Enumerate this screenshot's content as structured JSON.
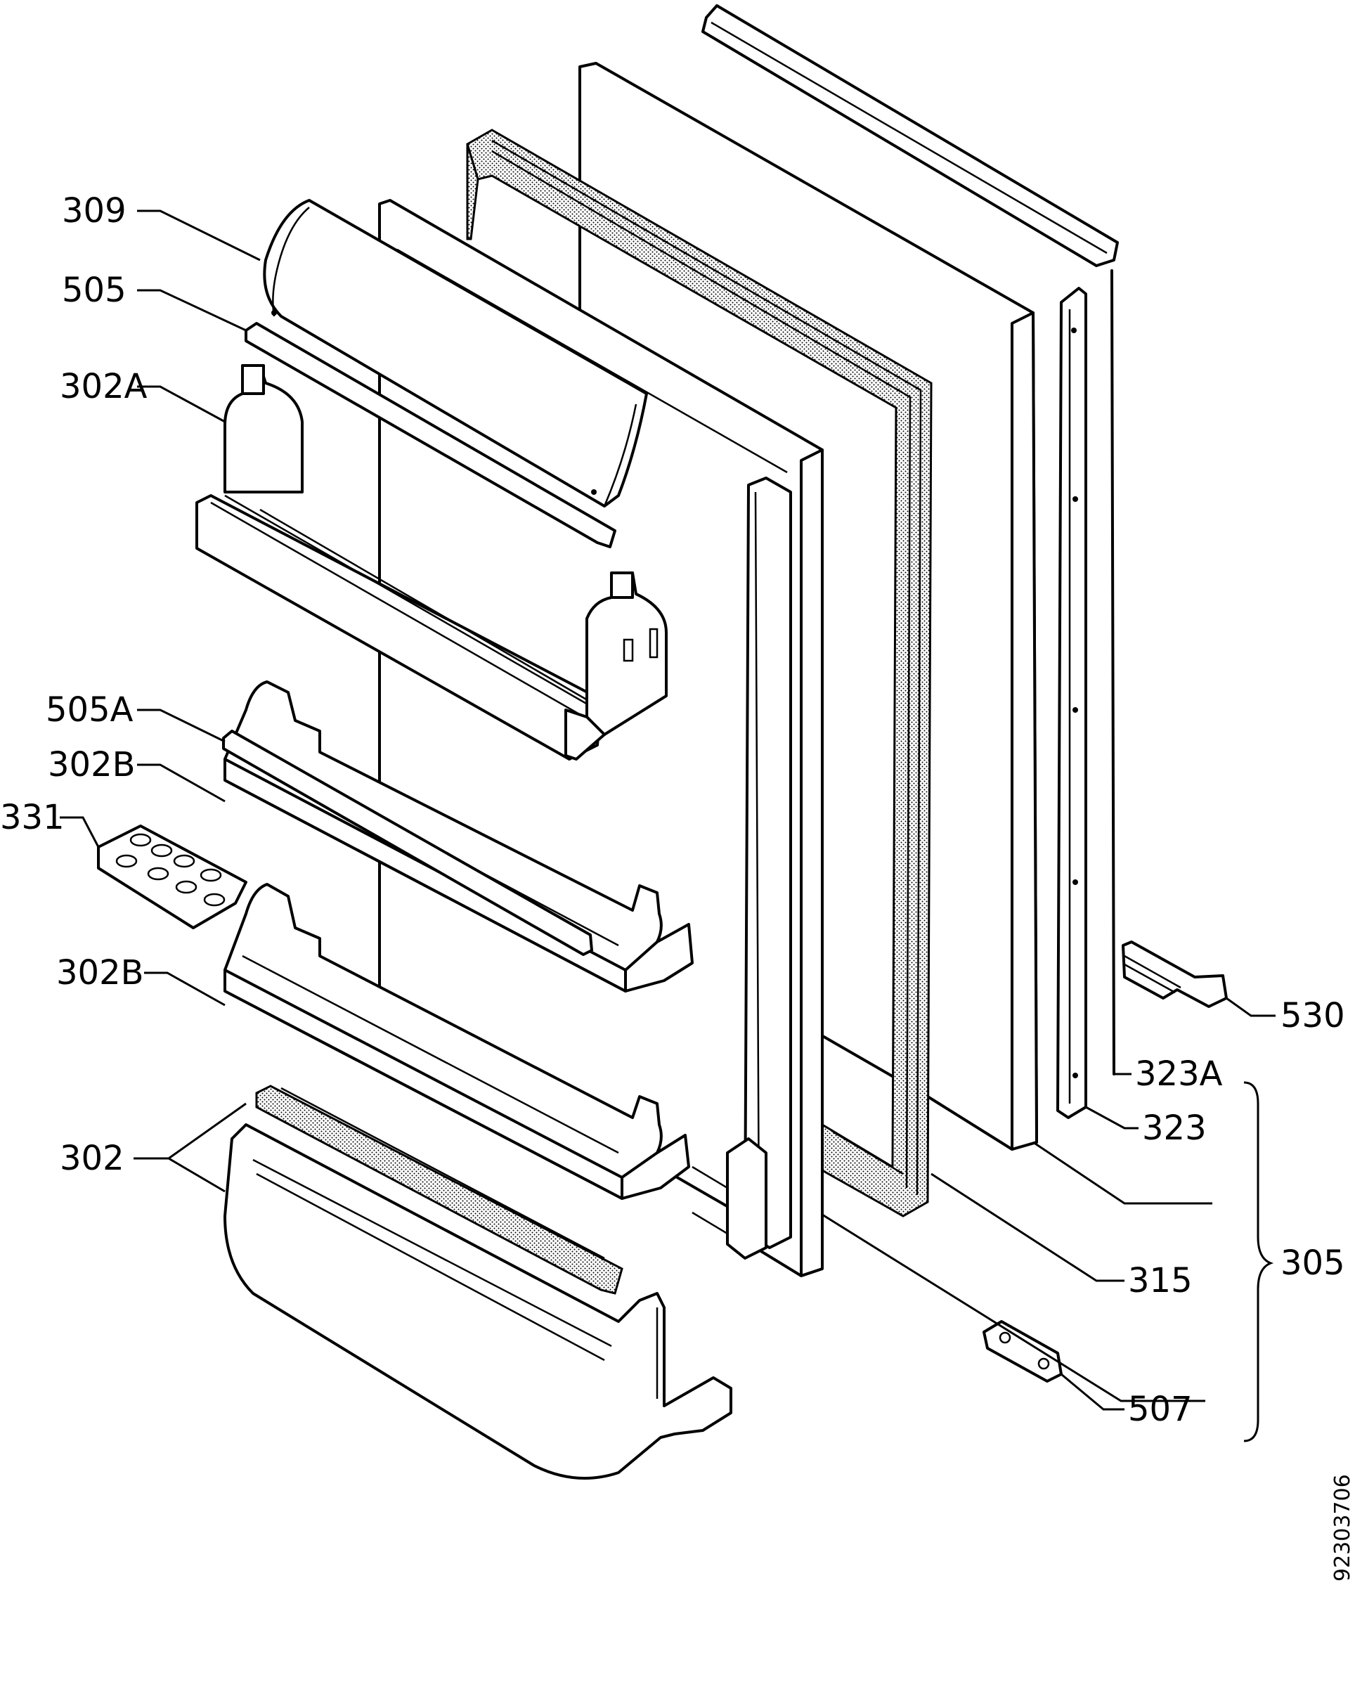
{
  "diagram": {
    "callouts": {
      "c309": "309",
      "c505": "505",
      "c302A": "302A",
      "c505A": "505A",
      "c302B_top": "302B",
      "c331": "331",
      "c302B_bottom": "302B",
      "c302": "302",
      "c530": "530",
      "c323A": "323A",
      "c323": "323",
      "c305": "305",
      "c315": "315",
      "c507": "507"
    },
    "document_number": "92303706"
  }
}
